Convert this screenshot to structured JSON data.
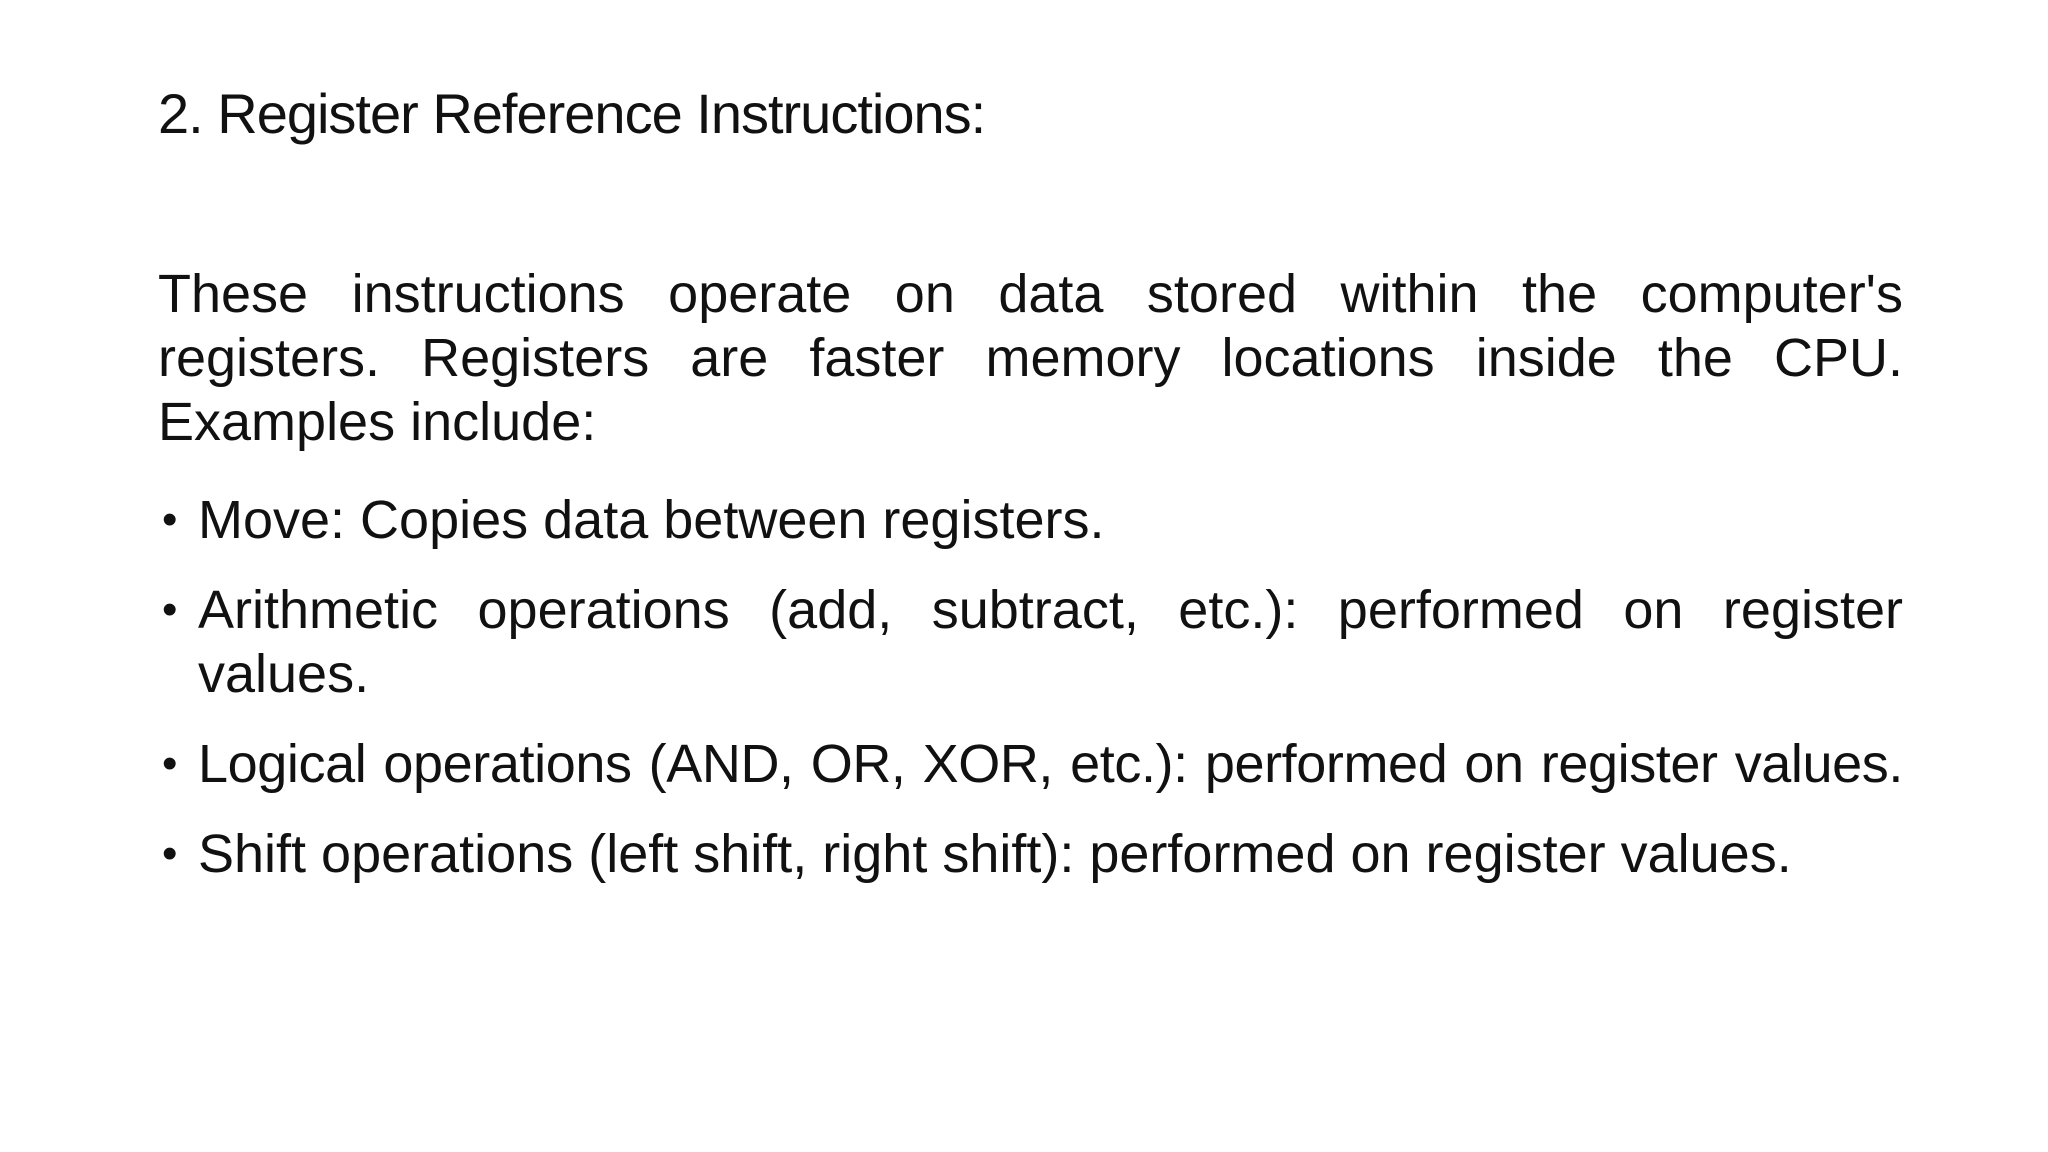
{
  "slide": {
    "title": "2. Register Reference Instructions:",
    "bullet_char": "•",
    "paragraph_lines": [
      "These instructions operate on data stored within the computer's",
      "registers. Registers are faster memory locations inside the CPU.",
      "Examples include:"
    ],
    "bullets": [
      {
        "lines": [
          "Move: Copies data between registers."
        ]
      },
      {
        "lines": [
          "Arithmetic operations (add, subtract, etc.): performed on register",
          "values."
        ]
      },
      {
        "lines": [
          "Logical operations (AND, OR, XOR, etc.): performed on register values."
        ]
      },
      {
        "lines": [
          "Shift operations (left shift, right shift): performed on register values."
        ]
      }
    ],
    "colors": {
      "background": "#ffffff",
      "text": "#111111"
    }
  }
}
